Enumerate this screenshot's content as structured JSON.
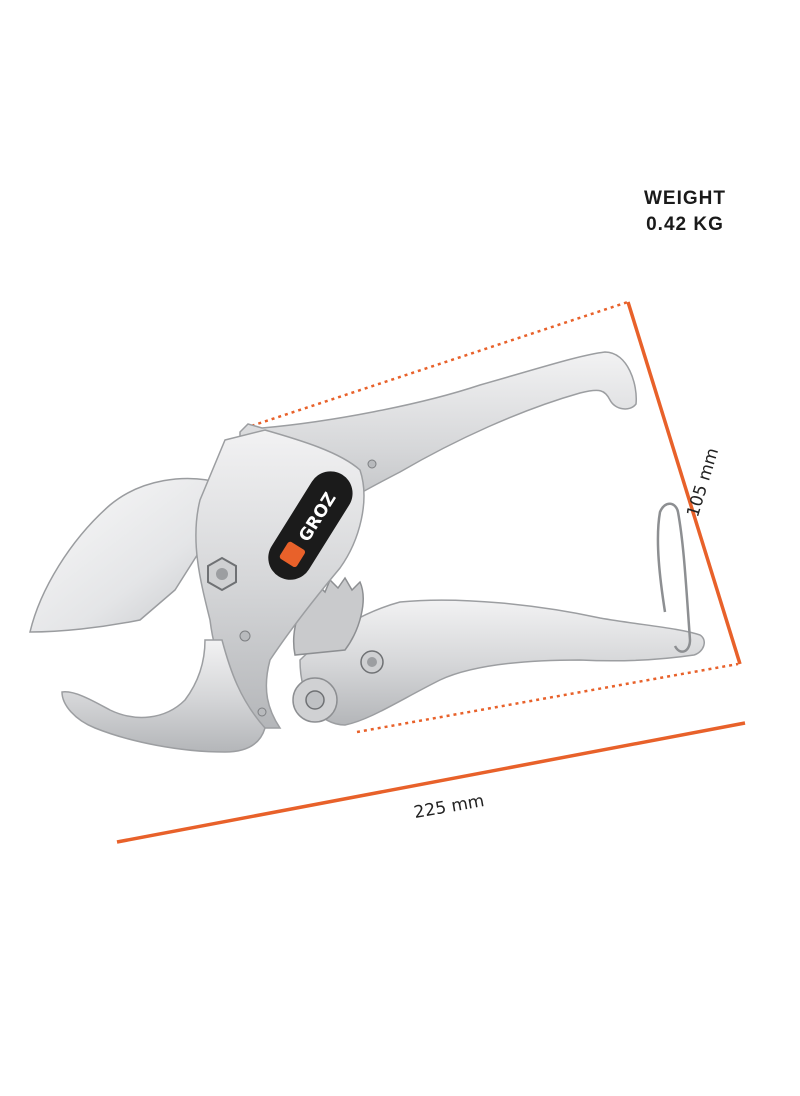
{
  "spec": {
    "weight_label": "WEIGHT",
    "weight_value": "0.42 KG"
  },
  "dimensions": {
    "length": "225 mm",
    "height": "105 mm"
  },
  "product": {
    "brand": "GROZ",
    "item": "pvc-pipe-cutter"
  },
  "colors": {
    "accent": "#e8612a",
    "metal": "#d9dadc",
    "metal_dark": "#a9abae",
    "badge": "#1b1b1b"
  }
}
